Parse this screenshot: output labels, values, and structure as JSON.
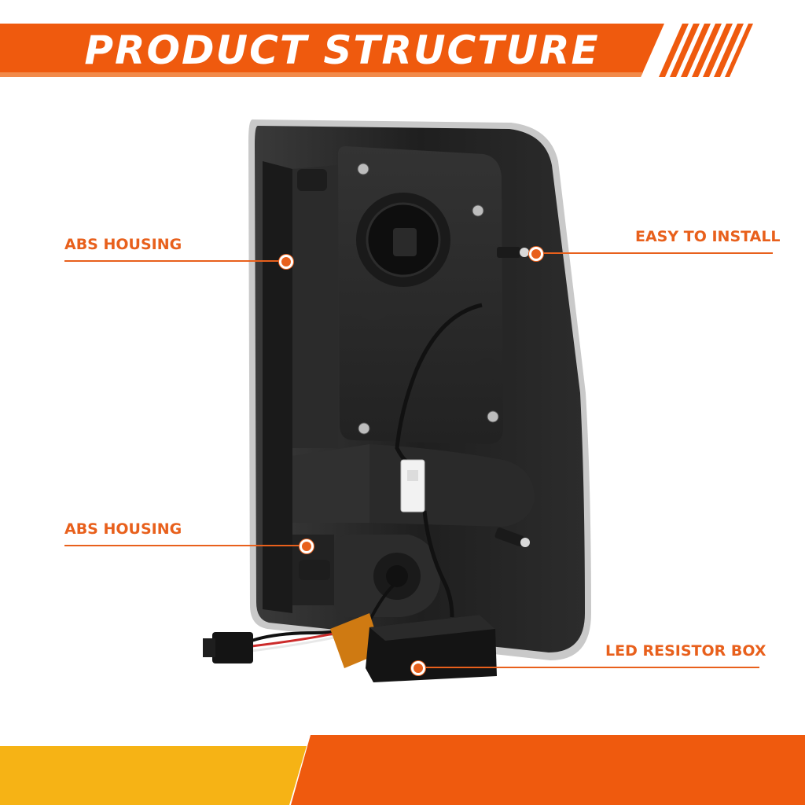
{
  "header": {
    "title": "PRODUCT STRUCTURE"
  },
  "colors": {
    "accent": "#e8601c",
    "accent_dark": "#ef5a0e",
    "yellow": "#f6b315",
    "housing": "#262626"
  },
  "callouts": {
    "abs_housing_upper": "ABS HOUSING",
    "abs_housing_lower": "ABS HOUSING",
    "easy_install": "EASY TO INSTALL",
    "led_resistor_box": "LED RESISTOR BOX"
  },
  "icons": [
    "housing-illustration",
    "connector-icon",
    "bulb-socket-icon",
    "resistor-box-icon"
  ]
}
